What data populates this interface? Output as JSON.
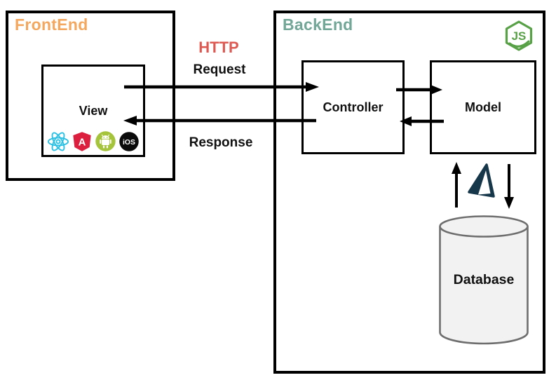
{
  "frontend": {
    "label": "FrontEnd",
    "view_label": "View"
  },
  "http": {
    "title": "HTTP",
    "request_label": "Request",
    "response_label": "Response"
  },
  "backend": {
    "label": "BackEnd",
    "controller_label": "Controller",
    "model_label": "Model",
    "database_label": "Database"
  },
  "icons": {
    "react": "react-icon",
    "angular": "angular-icon",
    "android": "android-icon",
    "ios": "ios-icon",
    "nodejs": "nodejs-icon",
    "prisma": "prisma-icon",
    "ios_text": "iOS",
    "nodejs_text": "JS",
    "angular_letter": "A"
  },
  "colors": {
    "frontend_label": "#F4A85F",
    "backend_label": "#72A797",
    "http_label": "#DE5952",
    "arrow": "#000000",
    "nodejs_green": "#58A146",
    "react_cyan": "#2BC1E4",
    "angular_red": "#DC1F3E",
    "android_green": "#A5C43C",
    "ios_black": "#0B0B0B",
    "icon_white": "#FFFFFF",
    "prisma_dark": "#16364A",
    "database_fill": "#F2F2F2",
    "database_stroke": "#6E6E6E"
  }
}
